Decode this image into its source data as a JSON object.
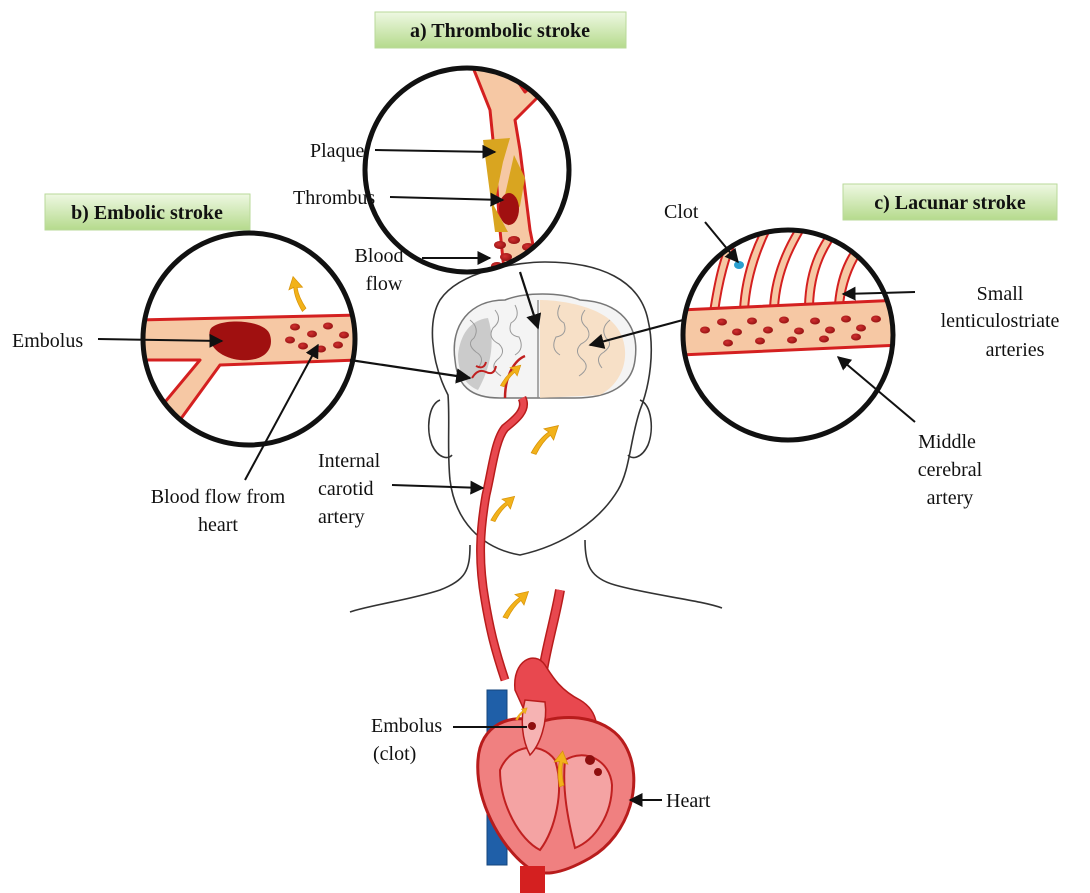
{
  "titles": {
    "thrombolic": "a) Thrombolic stroke",
    "embolic": "b) Embolic stroke",
    "lacunar": "c) Lacunar stroke"
  },
  "labels": {
    "plaque": "Plaque",
    "thrombus": "Thrombus",
    "blood_flow_1": "Blood",
    "blood_flow_2": "flow",
    "embolus": "Embolus",
    "blood_flow_heart_1": "Blood flow from",
    "blood_flow_heart_2": "heart",
    "clot": "Clot",
    "small_1": "Small",
    "small_2": "lenticulostriate",
    "small_3": "arteries",
    "mca_1": "Middle",
    "mca_2": "cerebral",
    "mca_3": "artery",
    "ica_1": "Internal",
    "ica_2": "carotid",
    "ica_3": "artery",
    "embolus_clot_1": "Embolus",
    "embolus_clot_2": "(clot)",
    "heart": "Heart"
  },
  "colors": {
    "vessel": "#f6c8a4",
    "vessel_wall": "#d42020",
    "blood_cell": "#b01515",
    "plaque": "#d9a520",
    "thrombus": "#a01010",
    "artery": "#e8484f",
    "heart": "#f08080",
    "vein": "#1f5fa8",
    "flow_arrow": "#f2b21a",
    "banner_top": "#e8f5d8",
    "banner_bottom": "#b7dc8f"
  }
}
